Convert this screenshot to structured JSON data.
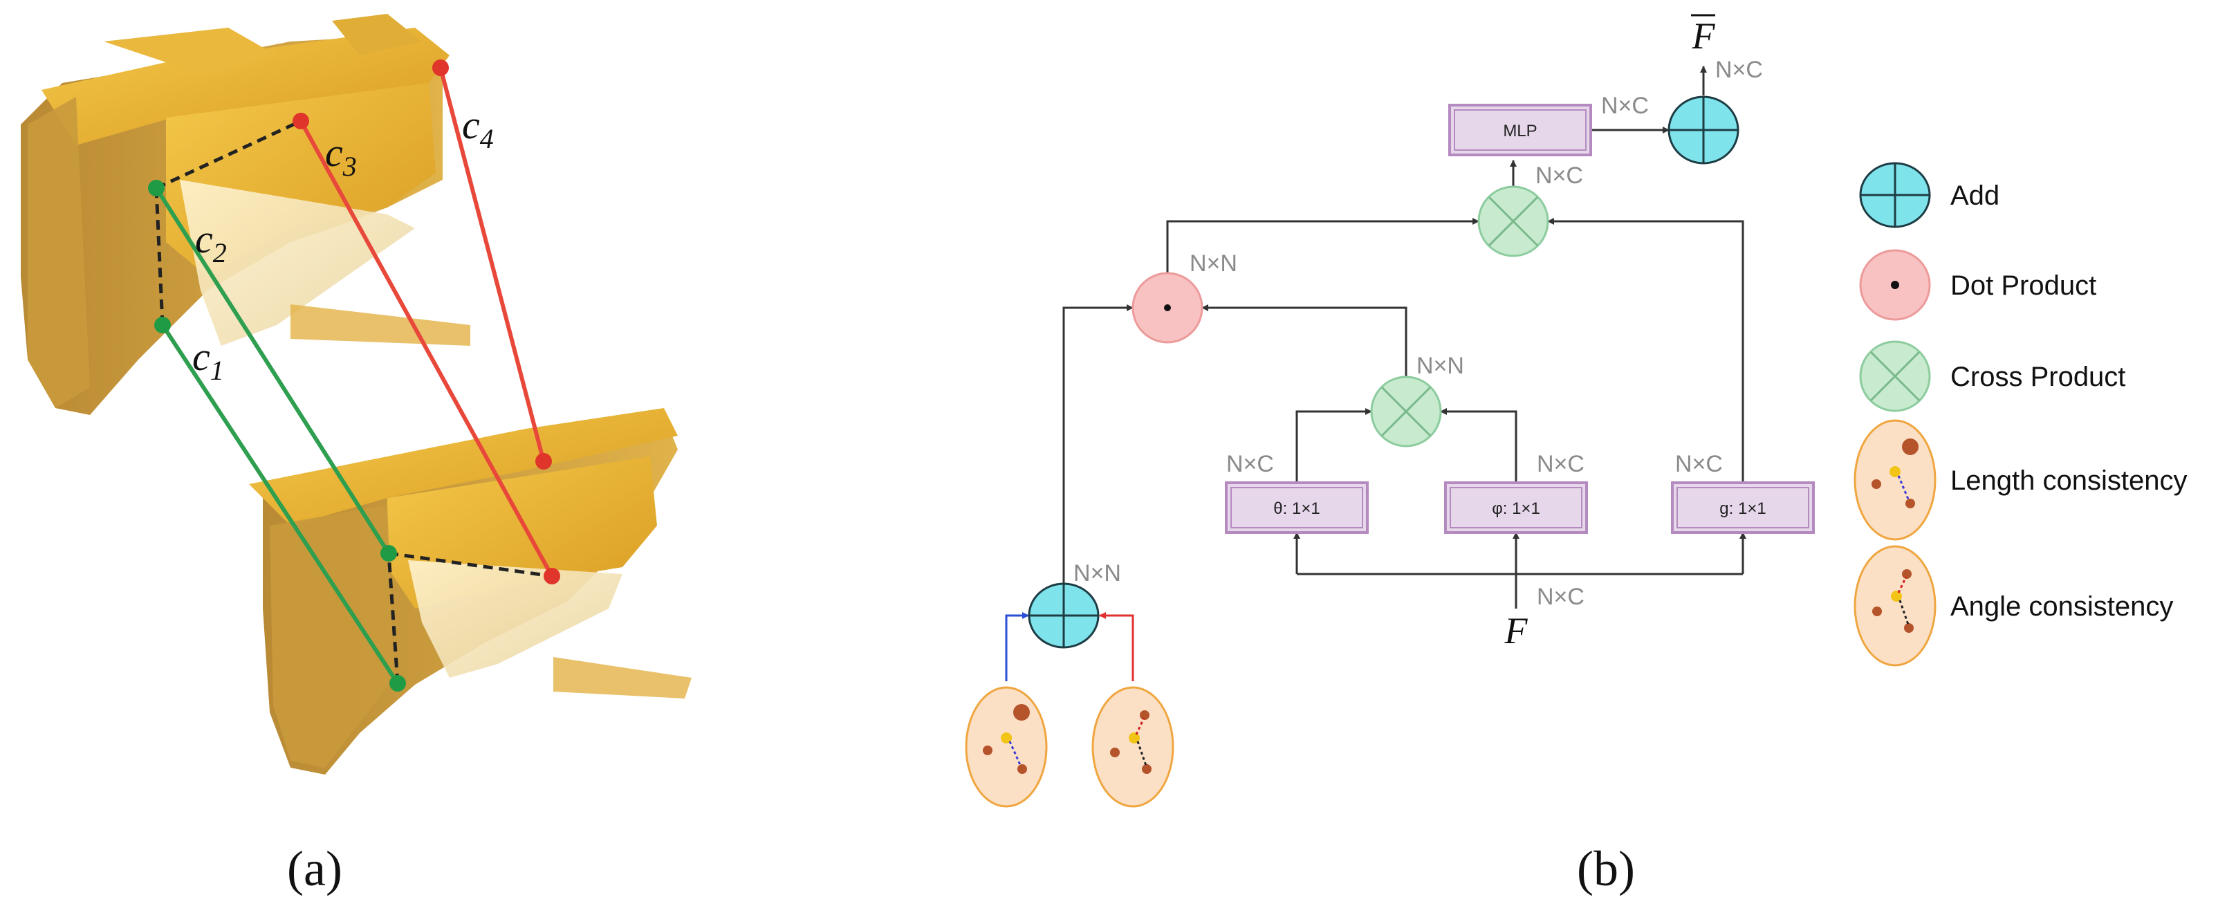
{
  "panel_a": {
    "caption": "(a)",
    "labels": {
      "c1": {
        "letter": "c",
        "sub": "1"
      },
      "c2": {
        "letter": "c",
        "sub": "2"
      },
      "c3": {
        "letter": "c",
        "sub": "3"
      },
      "c4": {
        "letter": "c",
        "sub": "4"
      }
    },
    "colors": {
      "structure": "#e8b23a",
      "green": "#2e9e4f",
      "red": "#e8483a"
    }
  },
  "panel_b": {
    "caption": "(b)",
    "output_label": "F",
    "input_label": "F",
    "boxes": {
      "mlp": "MLP",
      "theta": "θ: 1×1",
      "phi": "φ: 1×1",
      "g": "g: 1×1"
    },
    "dims": {
      "out": "N×C",
      "mlp_out": "N×C",
      "cross_top": "N×C",
      "dot": "N×N",
      "cross_mid": "N×N",
      "theta": "N×C",
      "phi": "N×C",
      "g": "N×C",
      "input": "N×C",
      "add_bottom": "N×N"
    },
    "colors": {
      "add_fill": "#7fe3ec",
      "dot_fill": "#f9c2c2",
      "cross_fill": "#c8ebd0",
      "box_fill": "#e6d7ea",
      "box_stroke": "#b48ac0",
      "ellipse_fill": "#fbe0c6",
      "ellipse_stroke": "#f0a640"
    }
  },
  "legend": [
    {
      "icon": "add",
      "label": "Add"
    },
    {
      "icon": "dot",
      "label": "Dot Product"
    },
    {
      "icon": "cross",
      "label": "Cross Product"
    },
    {
      "icon": "length",
      "label": "Length consistency"
    },
    {
      "icon": "angle",
      "label": "Angle consistency"
    }
  ]
}
